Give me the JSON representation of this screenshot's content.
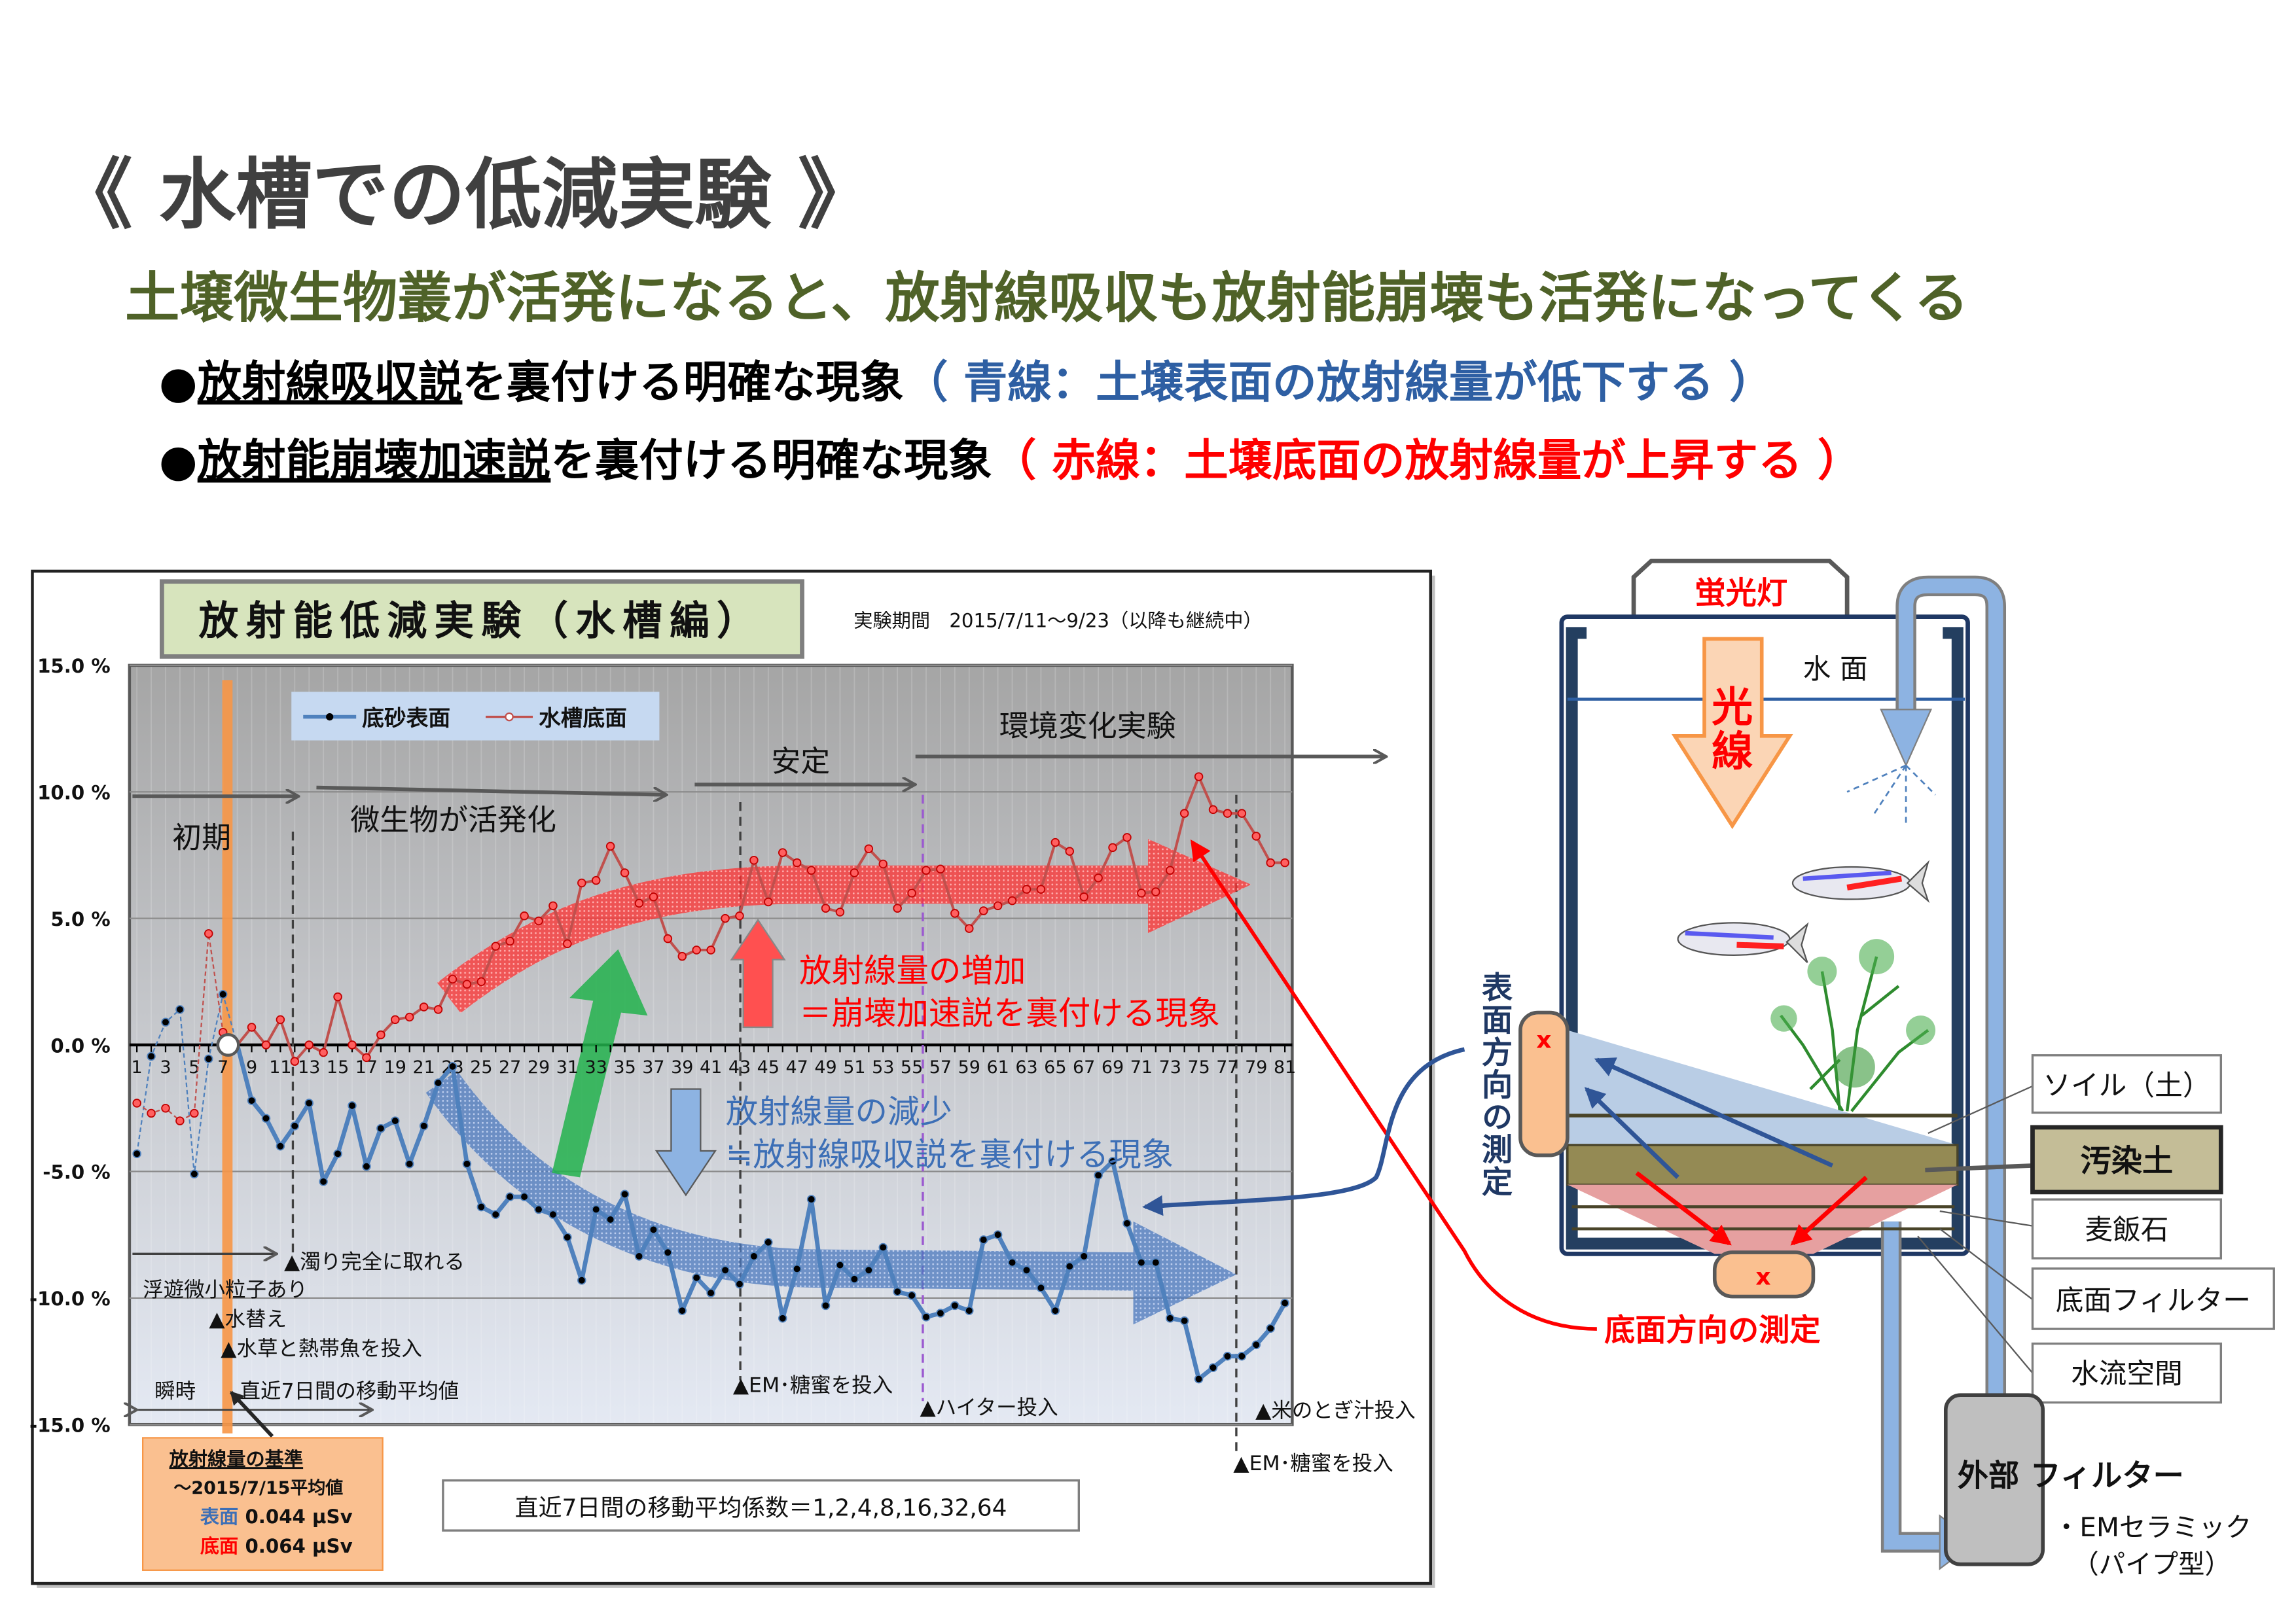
{
  "header": {
    "title": "《 水槽での低減実験 》",
    "subtitle": "土壌微生物叢が活発になると、放射線吸収も放射能崩壊も活発になってくる",
    "bullet1": {
      "dot": "●",
      "underlined": "放射線吸収説",
      "rest": "を裏付ける明確な現象",
      "note": "（ 青線：土壌表面の放射線量が低下する ）"
    },
    "bullet2": {
      "dot": "●",
      "underlined": "放射能崩壊加速説",
      "rest": "を裏付ける明確な現象",
      "note": "（ 赤線：土壌底面の放射線量が上昇する ）"
    }
  },
  "chart_panel": {
    "title": "放射能低減実験（水槽編）",
    "period": "実験期間　2015/7/11～9/23（以降も継続中）",
    "phases": {
      "initial": "初期",
      "active": "微生物が活発化",
      "stable": "安定",
      "env": "環境変化実験"
    },
    "increase": {
      "line1": "放射線量の増加",
      "line2": "＝崩壊加速説を裏付ける現象"
    },
    "decrease": {
      "line1": "放射線量の減少",
      "line2": "≒放射線吸収説を裏付ける現象"
    },
    "events": {
      "clear": "▲濁り完全に取れる",
      "particles": "浮遊微小粒子あり",
      "water_change": "▲水替え",
      "plants_fish": "▲水草と熱帯魚を投入",
      "instant": "瞬時",
      "moving_avg": "直近7日間の移動平均値",
      "em1": "▲EM･糖蜜を投入",
      "haiter": "▲ハイター投入",
      "rice": "▲米のとぎ汁投入",
      "em2": "▲EM･糖蜜を投入"
    },
    "baseline": {
      "title": "放射線量の基準",
      "period": "～2015/7/15平均値",
      "surface_label": "表面",
      "surface_value": "0.044 µSv",
      "bottom_label": "底面",
      "bottom_value": "0.064 µSv"
    },
    "coef_note": "直近7日間の移動平均係数＝1,2,4,8,16,32,64"
  },
  "chart_data": {
    "type": "line",
    "title": "放射能低減実験（水槽編）",
    "xlabel": "",
    "ylabel": "",
    "x": [
      1,
      2,
      3,
      4,
      5,
      6,
      7,
      8,
      9,
      10,
      11,
      12,
      13,
      14,
      15,
      16,
      17,
      18,
      19,
      20,
      21,
      22,
      23,
      24,
      25,
      26,
      27,
      28,
      29,
      30,
      31,
      32,
      33,
      34,
      35,
      36,
      37,
      38,
      39,
      40,
      41,
      42,
      43,
      44,
      45,
      46,
      47,
      48,
      49,
      50,
      51,
      52,
      53,
      54,
      55,
      56,
      57,
      58,
      59,
      60,
      61,
      62,
      63,
      64,
      65,
      66,
      67,
      68,
      69,
      70,
      71,
      72,
      73,
      74,
      75,
      76,
      77,
      78,
      79,
      80,
      81
    ],
    "xtick_labels": [
      "1",
      "3",
      "5",
      "7",
      "9",
      "11",
      "13",
      "15",
      "17",
      "19",
      "21",
      "23",
      "25",
      "27",
      "29",
      "31",
      "33",
      "35",
      "37",
      "39",
      "41",
      "43",
      "45",
      "47",
      "49",
      "51",
      "53",
      "55",
      "57",
      "59",
      "61",
      "63",
      "65",
      "67",
      "69",
      "71",
      "73",
      "75",
      "77",
      "79",
      "81"
    ],
    "ylim": [
      -15,
      15
    ],
    "ytick_labels": [
      "15.0 %",
      "10.0 %",
      "5.0 %",
      "0.0 %",
      "-5.0 %",
      "-10.0 %",
      "-15.0 %"
    ],
    "yticks": [
      15,
      10,
      5,
      0,
      -5,
      -10,
      -15
    ],
    "grid": true,
    "legend_position": "top-left",
    "series": [
      {
        "name": "底砂表面",
        "color": "#4f81bd",
        "values": [
          -4.3,
          -0.45,
          0.9,
          1.4,
          -5.1,
          -0.55,
          2.0,
          0,
          -2.2,
          -2.9,
          -4.0,
          -3.2,
          -2.3,
          -5.4,
          -4.3,
          -2.4,
          -4.8,
          -3.3,
          -3.0,
          -4.7,
          -3.2,
          -1.5,
          -0.85,
          -4.7,
          -6.4,
          -6.7,
          -6.0,
          -6.0,
          -6.5,
          -6.7,
          -7.6,
          -9.3,
          -6.5,
          -6.9,
          -5.9,
          -8.35,
          -7.3,
          -8.2,
          -10.5,
          -9.2,
          -9.8,
          -8.9,
          -9.45,
          -8.35,
          -7.8,
          -10.8,
          -8.85,
          -6.1,
          -10.3,
          -8.7,
          -9.25,
          -8.9,
          -8.0,
          -9.75,
          -9.9,
          -10.75,
          -10.6,
          -10.3,
          -10.5,
          -7.7,
          -7.5,
          -8.6,
          -8.9,
          -9.6,
          -10.5,
          -8.75,
          -8.35,
          -5.15,
          -4.6,
          -7.05,
          -8.6,
          -8.6,
          -10.8,
          -10.9,
          -13.2,
          -12.75,
          -12.3,
          -12.3,
          -11.85,
          -11.2,
          -10.2
        ]
      },
      {
        "name": "水槽底面",
        "color": "#c0504d",
        "values": [
          -2.3,
          -2.7,
          -2.5,
          -3.0,
          -2.7,
          4.4,
          0.5,
          0,
          0.7,
          0,
          1.0,
          -0.65,
          0,
          -0.3,
          1.9,
          0,
          -0.5,
          0.4,
          1.0,
          1.1,
          1.5,
          1.4,
          2.6,
          2.4,
          2.5,
          3.9,
          4.1,
          5.1,
          4.9,
          5.5,
          4.0,
          6.4,
          6.5,
          7.85,
          6.8,
          5.6,
          5.85,
          4.2,
          3.5,
          3.75,
          3.75,
          5.0,
          5.1,
          7.3,
          5.65,
          7.6,
          7.2,
          6.9,
          5.4,
          5.25,
          6.8,
          7.75,
          7.15,
          5.4,
          6.0,
          6.9,
          6.95,
          5.2,
          4.6,
          5.3,
          5.5,
          5.7,
          6.15,
          6.15,
          8.0,
          7.65,
          5.85,
          6.6,
          7.8,
          8.2,
          6.0,
          6.05,
          6.9,
          9.15,
          10.6,
          9.3,
          9.15,
          9.15,
          8.25,
          7.2,
          7.2
        ]
      }
    ]
  },
  "diagram": {
    "lamp": "蛍光灯",
    "water_surface": "水 面",
    "light_1": "光",
    "light_2": "線",
    "surface_measure": "表面方向の測定",
    "bottom_measure": "底面方向の測定",
    "sensor_mark": "x",
    "labels": {
      "soil": "ソイル（土）",
      "contaminated": "汚染土",
      "stone": "麦飯石",
      "filter": "底面フィルター",
      "flow": "水流空間"
    },
    "ext_filter": "外部 フィルター",
    "ceramic": "・EMセラミック",
    "pipe_type": "（パイプ型）"
  }
}
